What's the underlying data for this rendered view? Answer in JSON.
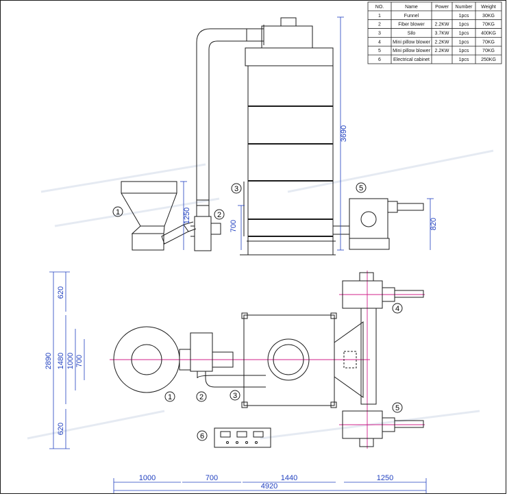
{
  "table": {
    "headers": [
      "NO.",
      "Name",
      "Power",
      "Number",
      "Weight"
    ],
    "rows": [
      [
        "1",
        "Funnel",
        "",
        "1pcs",
        "30KG"
      ],
      [
        "2",
        "Fiber blower",
        "2.2KW",
        "1pcs",
        "70KG"
      ],
      [
        "3",
        "Silo",
        "3.7KW",
        "1pcs",
        "400KG"
      ],
      [
        "4",
        "Mini pillow blower",
        "2.2KW",
        "1pcs",
        "70KG"
      ],
      [
        "5",
        "Mini pillow blower",
        "2.2KW",
        "1pcs",
        "70KG"
      ],
      [
        "6",
        "Electrical cabinet",
        "",
        "1pcs",
        "250KG"
      ]
    ]
  },
  "front_view": {
    "labels": [
      "1",
      "2",
      "3",
      "5"
    ],
    "dims": {
      "silo_height": "3690",
      "funnel_height": "1250",
      "blower_height": "700",
      "pillow_height": "820"
    }
  },
  "top_view": {
    "labels": [
      "1",
      "2",
      "3",
      "4",
      "5",
      "6"
    ],
    "left_dims": {
      "total": "2890",
      "top": "620",
      "mid_a": "1480",
      "mid_b": "1000",
      "mid_c": "700",
      "bottom": "620"
    },
    "bottom_dims": {
      "seg_a": "1000",
      "seg_b": "700",
      "seg_c": "1440",
      "seg_d": "1250",
      "total": "4920"
    }
  }
}
